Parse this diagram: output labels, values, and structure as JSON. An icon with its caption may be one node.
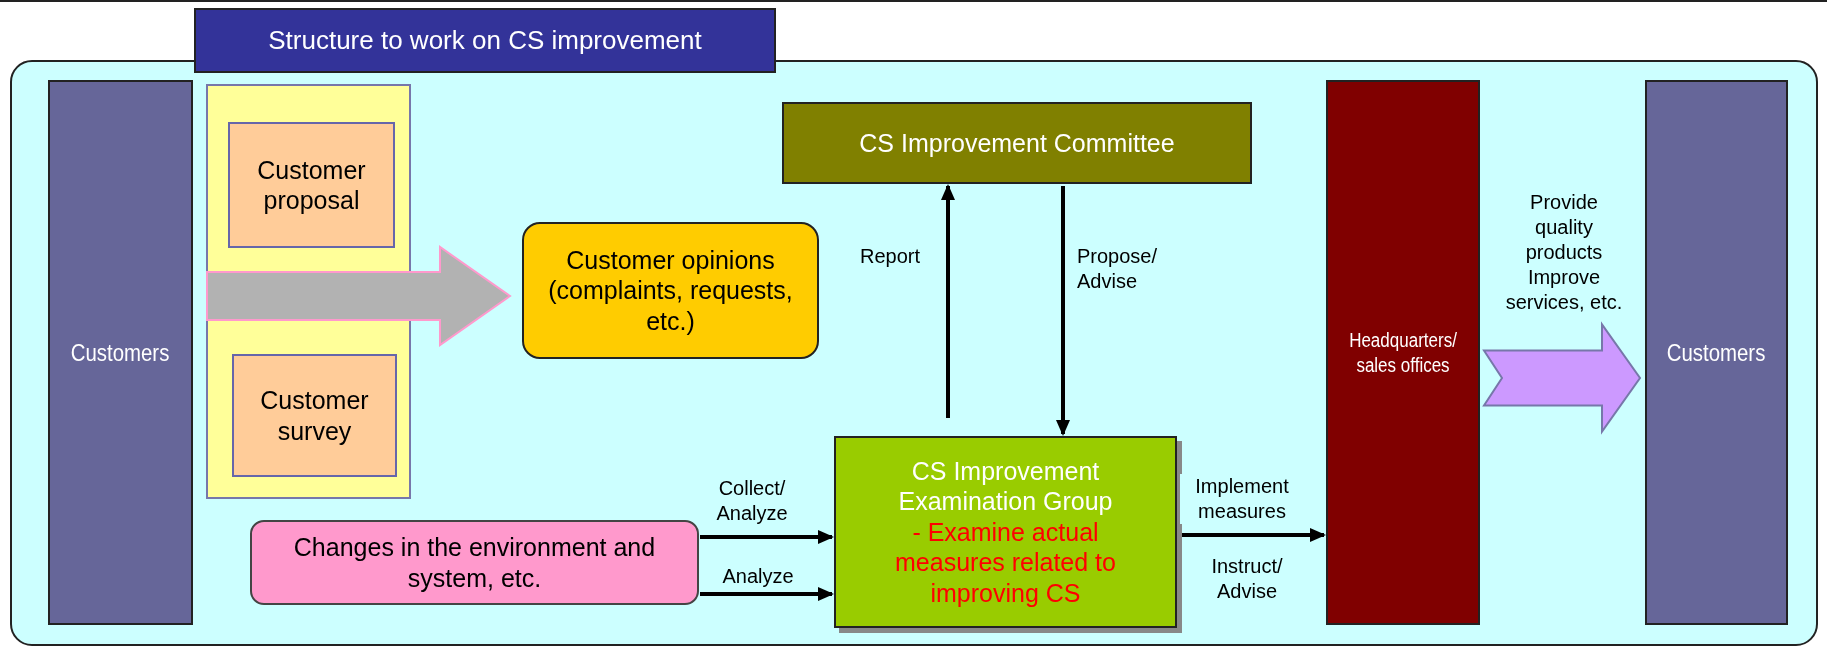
{
  "diagram": {
    "title": "Structure to work on CS improvement",
    "nodes": [
      {
        "text": [
          "Customers"
        ]
      },
      {
        "text": [],
        "shape": "box"
      },
      {
        "text": [
          "Customer proposal"
        ],
        "in": 1
      },
      {
        "text": [
          "Customer survey"
        ],
        "in": 1
      },
      {
        "text": [
          "Customer opinions (complaints, requests, etc.)"
        ]
      },
      {
        "text": [
          "CS Improvement Committee"
        ]
      },
      {
        "text": [
          "CS Improvement Examination Group",
          "- Examine actual measures related to improving CS"
        ]
      },
      {
        "text": [
          "Changes in the environment and system, etc."
        ]
      },
      {
        "text": [
          "Headquarters/ sales offices"
        ]
      },
      {
        "text": [
          "Customers"
        ]
      }
    ],
    "edges": [
      {
        "from": 1,
        "to": 4,
        "arrow": "to",
        "style": "thick",
        "color": "#b2b2b2"
      },
      {
        "from": 6,
        "to": 5,
        "arrow": "to",
        "label": "Report"
      },
      {
        "from": 5,
        "to": 6,
        "arrow": "to",
        "label": "Propose/ Advise"
      },
      {
        "from": 7,
        "to": 6,
        "arrow": "to",
        "label": "Collect/ Analyze"
      },
      {
        "from": 7,
        "to": 6,
        "arrow": "to",
        "label": "Analyze"
      },
      {
        "from": 6,
        "to": 8,
        "arrow": "to",
        "label": "Implement measures"
      },
      {
        "from": 8,
        "to": 9,
        "arrow": "to",
        "style": "thick",
        "color": "#cc99ff",
        "label": "Provide quality products Improve services, etc."
      }
    ],
    "labels": [
      "Instruct/ Advise"
    ]
  }
}
